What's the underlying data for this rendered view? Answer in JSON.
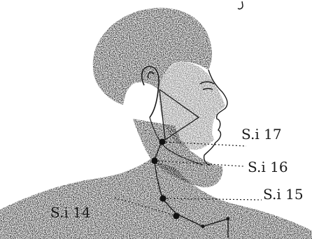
{
  "diagram": {
    "points": [
      {
        "id": "si17",
        "label": "S.i 17"
      },
      {
        "id": "si16",
        "label": "S.i 16"
      },
      {
        "id": "si15",
        "label": "S.i 15"
      },
      {
        "id": "si14",
        "label": "S.i 14"
      }
    ]
  },
  "colors": {
    "ink": "#1a1a1a",
    "paper": "#ffffff"
  }
}
